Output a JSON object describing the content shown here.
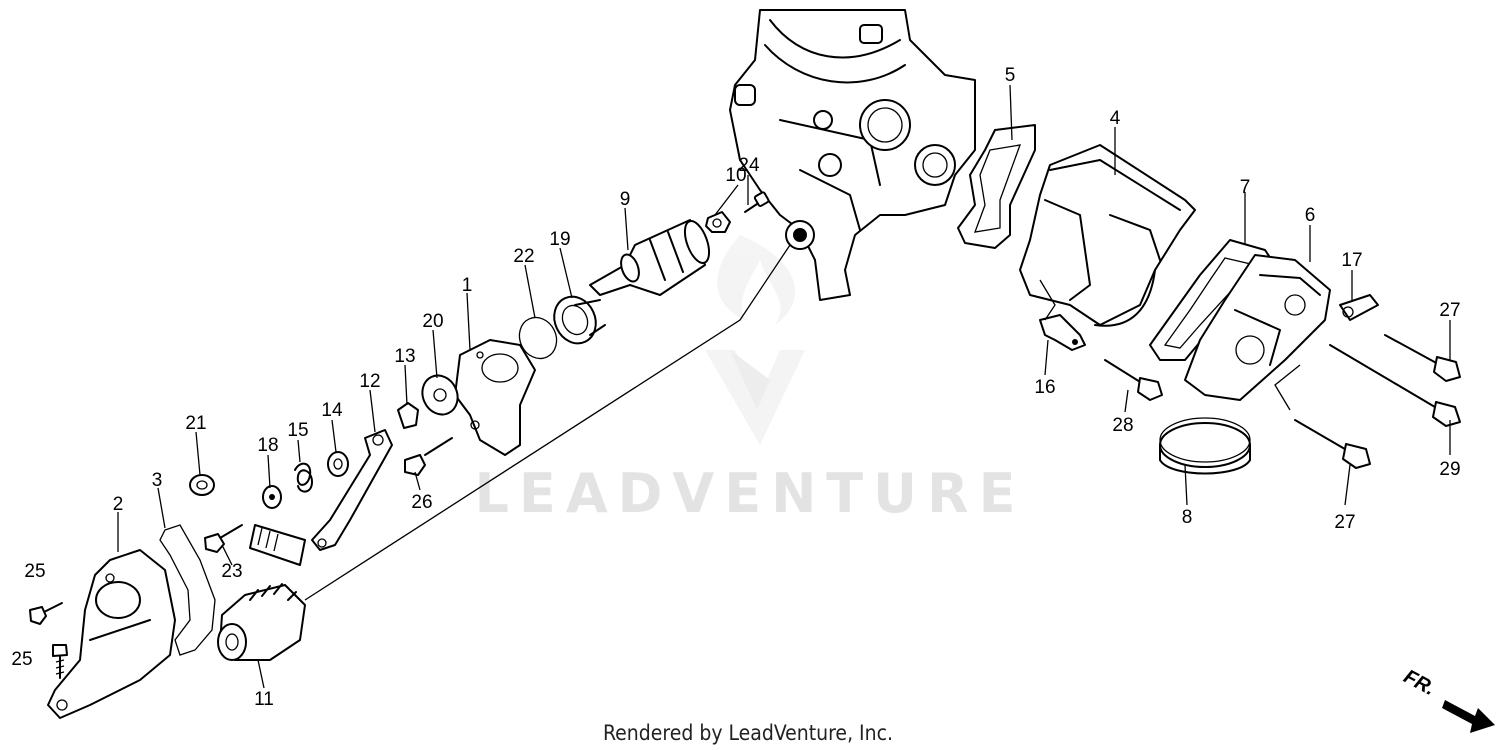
{
  "watermark": "LEADVENTURE",
  "footer": "Rendered by LeadVenture, Inc.",
  "direction_marker": "FR.",
  "callouts": [
    {
      "id": "c1",
      "text": "1"
    },
    {
      "id": "c2",
      "text": "2"
    },
    {
      "id": "c3",
      "text": "3"
    },
    {
      "id": "c4",
      "text": "4"
    },
    {
      "id": "c5",
      "text": "5"
    },
    {
      "id": "c6",
      "text": "6"
    },
    {
      "id": "c7",
      "text": "7"
    },
    {
      "id": "c8",
      "text": "8"
    },
    {
      "id": "c9",
      "text": "9"
    },
    {
      "id": "c10",
      "text": "10"
    },
    {
      "id": "c11",
      "text": "11"
    },
    {
      "id": "c12",
      "text": "12"
    },
    {
      "id": "c13",
      "text": "13"
    },
    {
      "id": "c14",
      "text": "14"
    },
    {
      "id": "c15",
      "text": "15"
    },
    {
      "id": "c16",
      "text": "16"
    },
    {
      "id": "c17",
      "text": "17"
    },
    {
      "id": "c18",
      "text": "18"
    },
    {
      "id": "c19",
      "text": "19"
    },
    {
      "id": "c20",
      "text": "20"
    },
    {
      "id": "c21",
      "text": "21"
    },
    {
      "id": "c22",
      "text": "22"
    },
    {
      "id": "c23",
      "text": "23"
    },
    {
      "id": "c24",
      "text": "24"
    },
    {
      "id": "c25a",
      "text": "25"
    },
    {
      "id": "c25b",
      "text": "25"
    },
    {
      "id": "c26",
      "text": "26"
    },
    {
      "id": "c27a",
      "text": "27"
    },
    {
      "id": "c27b",
      "text": "27"
    },
    {
      "id": "c28",
      "text": "28"
    },
    {
      "id": "c29",
      "text": "29"
    }
  ]
}
